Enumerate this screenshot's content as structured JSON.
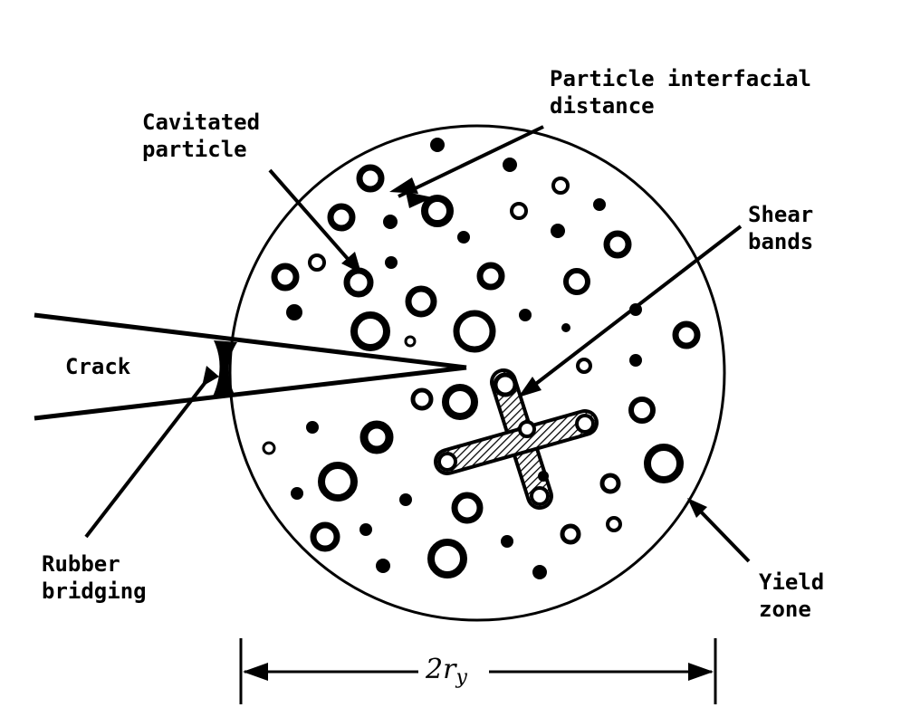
{
  "labels": {
    "interfacial_line1": "Particle interfacial",
    "interfacial_line2": "distance",
    "cavitated_line1": "Cavitated",
    "cavitated_line2": "particle",
    "shear_line1": "Shear",
    "shear_line2": "bands",
    "crack": "Crack",
    "rubber_line1": "Rubber",
    "rubber_line2": "bridging",
    "yield_line1": "Yield",
    "yield_line2": "zone",
    "dimension_main": "2r",
    "dimension_sub": "y"
  }
}
